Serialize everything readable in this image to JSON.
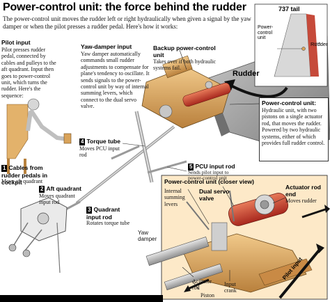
{
  "title": "Power-control unit: the force behind the rudder",
  "intro": "The power-control unit moves the rudder left or right hydraulically when given a signal by the yaw damper or when the pilot presses a rudder pedal. Here's how it works:",
  "pilot_input": {
    "heading": "Pilot input",
    "text": "Pilot presses rudder pedal, connected by cables and pulleys to the aft quadrant. Input then goes to power-control unit, which turns the rudder. Here's the sequence:"
  },
  "yaw_damper_input": {
    "heading": "Yaw-damper input",
    "text": "Yaw damper automatically commands small rudder adjustments to compensate for plane's tendency to oscillate. It sends signals to the power-control unit by way of internal summing levers, which connect to the dual servo valve."
  },
  "backup_pcu": {
    "heading": "Backup power-control unit",
    "text": "Takes over if both hydraulic systems fail."
  },
  "tail_inset": {
    "heading": "737 tail",
    "pcu_label": "Power-control unit",
    "rudder_label": "Rudder"
  },
  "rudder_label": "Rudder",
  "pcu_main": {
    "heading": "Power-control unit:",
    "text": "Hydraulic unit, with two pistons on a single actuator rod, that moves the rudder. Powered by two hydraulic systems, either of which provides full rudder control."
  },
  "steps": [
    {
      "num": "1",
      "heading": "Cables from rudder pedals in cockpit",
      "text": "Move aft quadrant"
    },
    {
      "num": "2",
      "heading": "Aft quadrant",
      "text": "Moves quadrant input rod"
    },
    {
      "num": "3",
      "heading": "Quadrant input rod",
      "text": "Rotates torque tube"
    },
    {
      "num": "4",
      "heading": "Torque tube",
      "text": "Moves PCU input rod"
    },
    {
      "num": "5",
      "heading": "PCU input rod",
      "text": "Sends pilot input to power-control unit"
    }
  ],
  "closeup": {
    "heading": "Power-control unit (closer view)",
    "internal_levers": "Internal summing levers",
    "dual_servo": "Dual servo valve",
    "actuator_end_heading": "Actuator rod end",
    "actuator_end_text": "Moves rudder",
    "yaw_damper": "Yaw damper",
    "actuator_rod": "Actuator rod",
    "input_crank": "Input crank",
    "piston": "Piston",
    "pilot_input": "Pilot input"
  },
  "colors": {
    "pcu_tan": "#d9a35a",
    "servo_red": "#c9302c",
    "closeup_bg": "#fde9c8",
    "rod_gray": "#b8b8b8",
    "rudder_gray": "#9a9a9a",
    "arrow_black": "#111111"
  }
}
